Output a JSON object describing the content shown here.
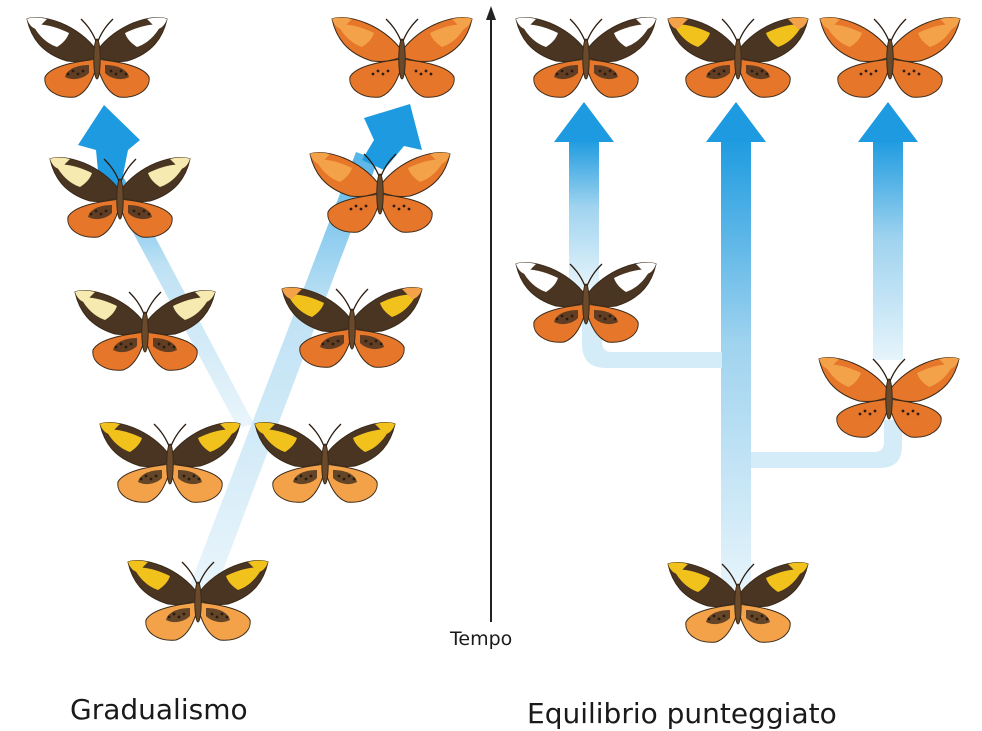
{
  "captions": {
    "left": "Gradualismo",
    "right": "Equilibrio punteggiato"
  },
  "axis": {
    "label": "Tempo"
  },
  "colors": {
    "arrow_blue": "#1e9be0",
    "arrow_pale": "#dceff9",
    "wing_dark": "#4a3522",
    "wing_white": "#ffffff",
    "wing_cream": "#f6eab0",
    "wing_yellow": "#f2c21c",
    "wing_orange": "#e5762a",
    "wing_orange_light": "#f3a24a",
    "axis_line": "#222222"
  },
  "butterfly_variants": [
    "white-band",
    "cream-band",
    "yellow-band",
    "orange-yellow",
    "orange"
  ]
}
